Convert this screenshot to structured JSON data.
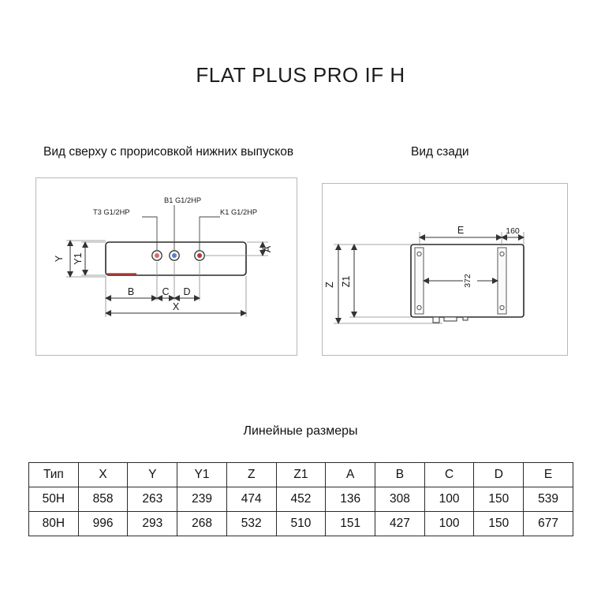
{
  "title": "FLAT PLUS PRO IF H",
  "views": {
    "top_label": "Вид сверху с прорисовкой нижних выпусков",
    "rear_label": "Вид сзади"
  },
  "top_view": {
    "callouts": {
      "t3": "T3 G1/2HP",
      "b1": "B1 G1/2HP",
      "k1": "K1 G1/2HP"
    },
    "dims": {
      "y": "Y",
      "y1": "Y1",
      "a": "A",
      "b": "B",
      "c": "C",
      "d": "D",
      "x": "X"
    }
  },
  "rear_view": {
    "dims": {
      "e": "E",
      "d160": "160",
      "z": "Z",
      "z1": "Z1",
      "d372": "372"
    }
  },
  "table": {
    "section_title": "Линейные размеры",
    "headers": [
      "Тип",
      "X",
      "Y",
      "Y1",
      "Z",
      "Z1",
      "A",
      "B",
      "C",
      "D",
      "E"
    ],
    "rows": [
      {
        "cells": [
          "50H",
          "858",
          "263",
          "239",
          "474",
          "452",
          "136",
          "308",
          "100",
          "150",
          "539"
        ]
      },
      {
        "cells": [
          "80H",
          "996",
          "293",
          "268",
          "532",
          "510",
          "151",
          "427",
          "100",
          "150",
          "677"
        ]
      }
    ]
  },
  "colors": {
    "accent_red": "#c9372c",
    "port_pink": "#cf6f6f",
    "port_blue": "#4f86c6",
    "port_red": "#b53a32"
  }
}
